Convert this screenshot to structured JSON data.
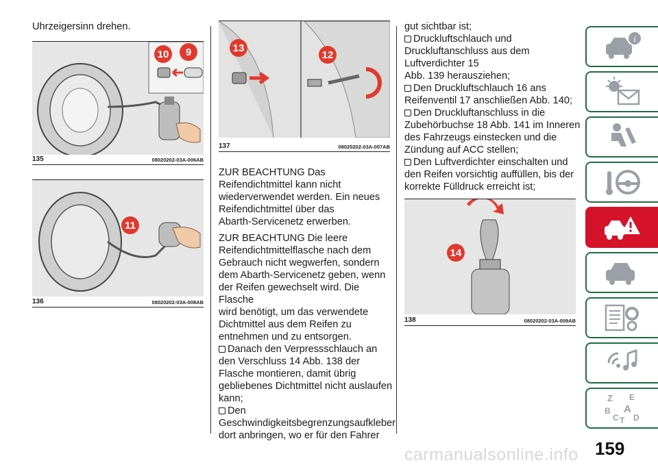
{
  "col1": {
    "intro": "Uhrzeigersinn drehen.",
    "fig135": {
      "num": "135",
      "code": "08020202-03A-006AB",
      "callouts": [
        "10",
        "9"
      ]
    },
    "fig136": {
      "num": "136",
      "code": "08020202-03A-008AB",
      "callouts": [
        "11"
      ]
    }
  },
  "col2": {
    "fig137": {
      "num": "137",
      "code": "08020202-03A-007AB",
      "callouts": [
        "13",
        "12"
      ]
    },
    "lines": [
      "ZUR BEACHTUNG Das",
      "Reifendichtmittel kann nicht",
      "wiederverwendet werden. Ein neues",
      "Reifendichtmittel über das",
      "Abarth-Servicenetz erwerben.",
      "ZUR BEACHTUNG Die leere",
      "Reifendichtmittelflasche nach dem",
      "Gebrauch nicht wegwerfen, sondern",
      "dem Abarth-Servicenetz geben, wenn",
      "der Reifen gewechselt wird. Die Flasche",
      "wird benötigt, um das verwendete",
      "Dichtmittel aus dem Reifen zu",
      "entnehmen und zu entsorgen.",
      "Danach den Verpressschlauch an",
      "den Verschluss 14 Abb. 138 der",
      "Flasche montieren, damit übrig",
      "gebliebenes Dichtmittel nicht auslaufen",
      "kann;",
      "Den",
      "Geschwindigkeitsbegrenzungsaufkleber",
      "dort anbringen, wo er für den Fahrer"
    ]
  },
  "col3": {
    "lines": [
      "gut sichtbar ist;",
      "Druckluftschlauch und",
      "Druckluftanschluss aus dem",
      "Luftverdichter 15",
      "Abb. 139 herausziehen;",
      "Den Druckluftschlauch 16 ans",
      "Reifenventil 17 anschließen Abb. 140;",
      "Den Druckluftanschluss in die",
      "Zubehörbuchse 18 Abb. 141 im Inneren",
      "des Fahrzeugs einstecken und die",
      "Zündung auf ACC stellen;",
      "Den Luftverdichter einschalten und",
      "den Reifen vorsichtig auffüllen, bis der",
      "korrekte Fülldruck erreicht ist;"
    ],
    "fig138": {
      "num": "138",
      "code": "08020202-03A-009AB",
      "callouts": [
        "14"
      ]
    }
  },
  "sidebar": {
    "tabs": [
      {
        "icon": "car-info-icon"
      },
      {
        "icon": "warning-lights-icon"
      },
      {
        "icon": "seat-safety-icon"
      },
      {
        "icon": "steering-wheel-icon"
      },
      {
        "icon": "emergency-car-icon",
        "active": true
      },
      {
        "icon": "car-maintenance-icon"
      },
      {
        "icon": "technical-data-icon"
      },
      {
        "icon": "multimedia-icon"
      },
      {
        "icon": "index-letters-icon"
      }
    ],
    "index_letters": [
      "Z",
      "E",
      "A",
      "B",
      "C",
      "T",
      "D"
    ]
  },
  "page_number": "159",
  "watermark": "carmanualsonline.info",
  "colors": {
    "accent_red": "#d4132a",
    "tab_green": "#1f6b45",
    "callout_red": "#e03a2f"
  }
}
